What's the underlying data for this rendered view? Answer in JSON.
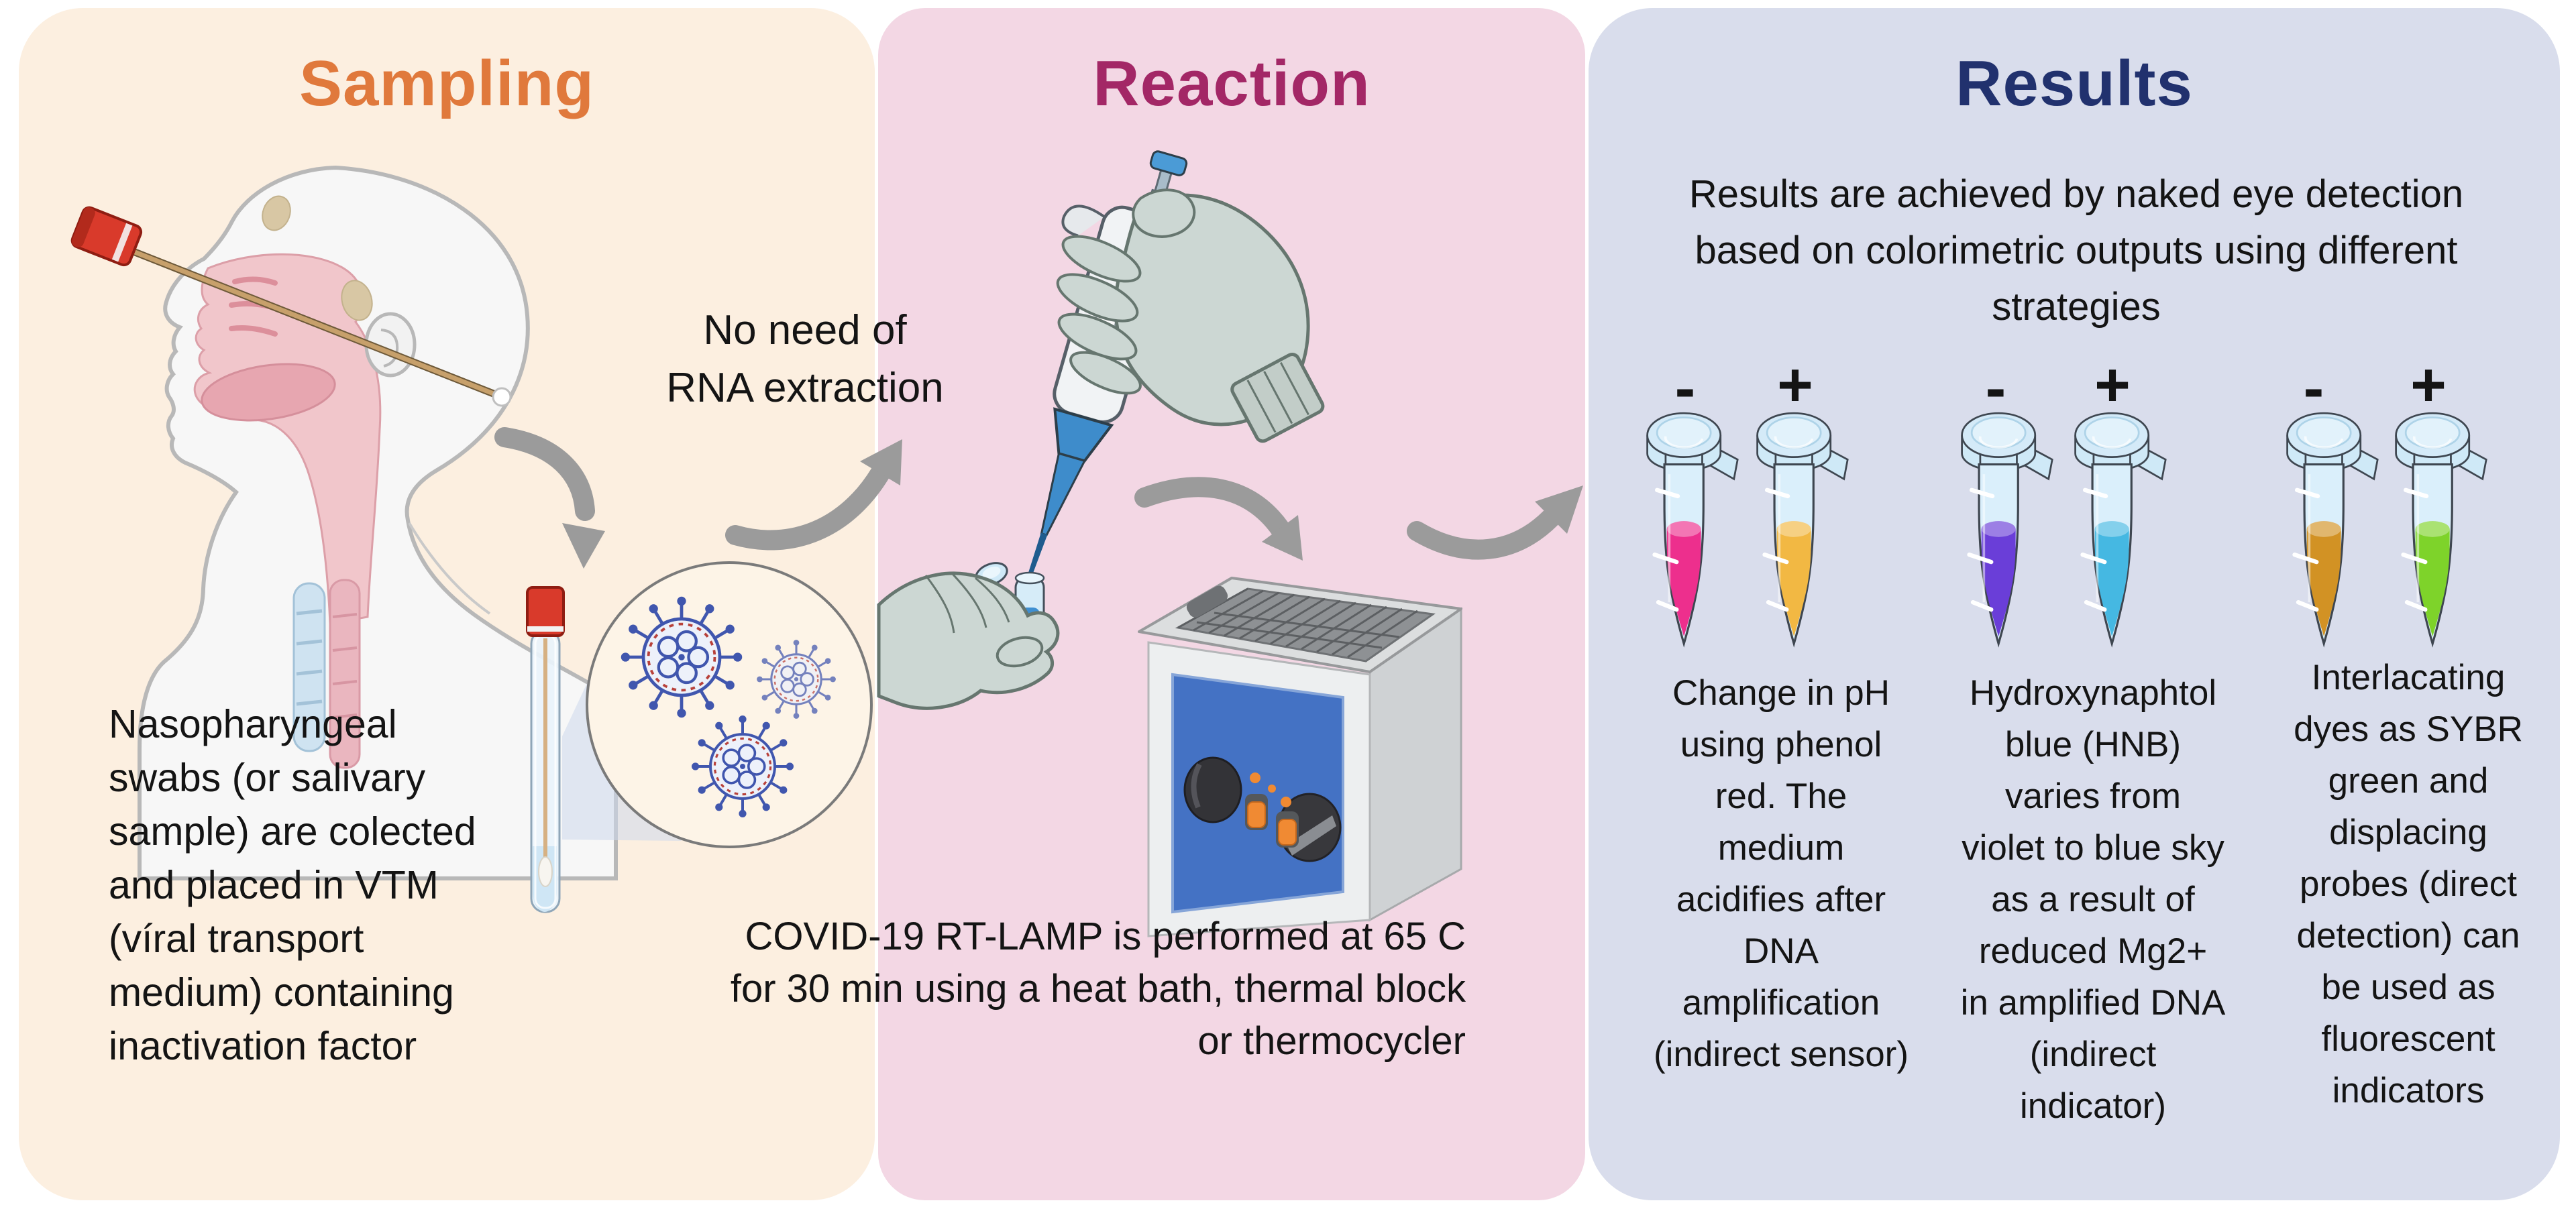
{
  "figure": {
    "panels": {
      "sampling": {
        "title": "Sampling",
        "title_color": "#e0793c",
        "bg_color": "#fcefe0",
        "caption": "Nasopharyngeal\nswabs (or salivary\nsample) are colected\nand placed in VTM\n(víral transport\nmedium) containing\ninactivation factor"
      },
      "reaction": {
        "title": "Reaction",
        "title_color": "#a32766",
        "bg_color": "#f3d7e4",
        "note": "No need of\nRNA extraction",
        "caption": "COVID-19 RT-LAMP is performed at 65 C\nfor 30 min using a heat bath, thermal block\nor thermocycler"
      },
      "results": {
        "title": "Results",
        "title_color": "#21316e",
        "bg_color": "#d9ddec",
        "intro": "Results are achieved by naked eye detection\nbased on colorimetric outputs using different\nstrategies",
        "pairs": [
          {
            "neg_label": "-",
            "pos_label": "+",
            "neg_color": "#ed2f8d",
            "pos_color": "#f2b843",
            "caption": "Change in pH\nusing phenol\nred. The\nmedium\nacidifies after\nDNA\namplification\n(indirect sensor)"
          },
          {
            "neg_label": "-",
            "pos_label": "+",
            "neg_color": "#6a3ed8",
            "pos_color": "#45b8e2",
            "caption": "Hydroxynaphtol\nblue (HNB)\nvaries from\nviolet to blue sky\nas a result of\nreduced Mg2+\nin amplified DNA\n(indirect\nindicator)"
          },
          {
            "neg_label": "-",
            "pos_label": "+",
            "neg_color": "#d29224",
            "pos_color": "#7ed32a",
            "caption": "Interlacating\ndyes as SYBR\ngreen and\ndisplacing\nprobes (direct\ndetection) can\nbe used as\nfluorescent\nindicators"
          }
        ]
      }
    },
    "illustrations": {
      "arrow_color": "#9b9b9b",
      "glove_color": "#ccd7d3",
      "swab_cap_color": "#d93a2b",
      "heat_bath_panel_color": "#4472c4"
    }
  }
}
